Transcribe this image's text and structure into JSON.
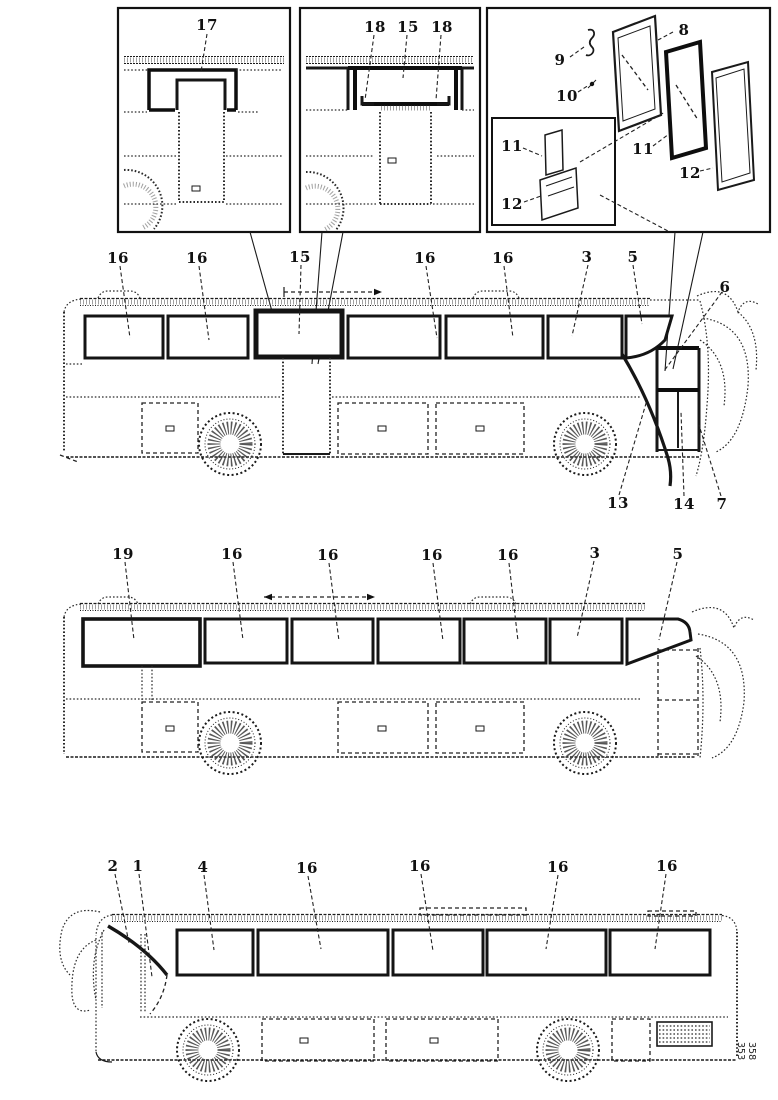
{
  "page": {
    "figure_number": "358 353"
  },
  "insets": {
    "mid_door_detail": {
      "callouts": [
        "17"
      ]
    },
    "mid_door_window_detail": {
      "callouts": [
        "18",
        "15",
        "18"
      ]
    },
    "openable_window_assembly": {
      "callouts": {
        "hinge": "9",
        "screw": "10",
        "frame": "8",
        "glass": "11",
        "seal": "12"
      },
      "corner_detail": {
        "glass": "11",
        "seal": "12"
      }
    }
  },
  "buses": {
    "right_side_with_mid_door": {
      "top_callouts": [
        "16",
        "16",
        "15",
        "16",
        "16",
        "3",
        "5",
        "6"
      ],
      "bottom_callouts": [
        "13",
        "14",
        "7"
      ]
    },
    "right_side_no_mid_door": {
      "top_callouts": [
        "19",
        "16",
        "16",
        "16",
        "16",
        "3",
        "5"
      ]
    },
    "left_side": {
      "top_callouts": [
        "2",
        "1",
        "4",
        "16",
        "16",
        "16",
        "16"
      ]
    }
  }
}
